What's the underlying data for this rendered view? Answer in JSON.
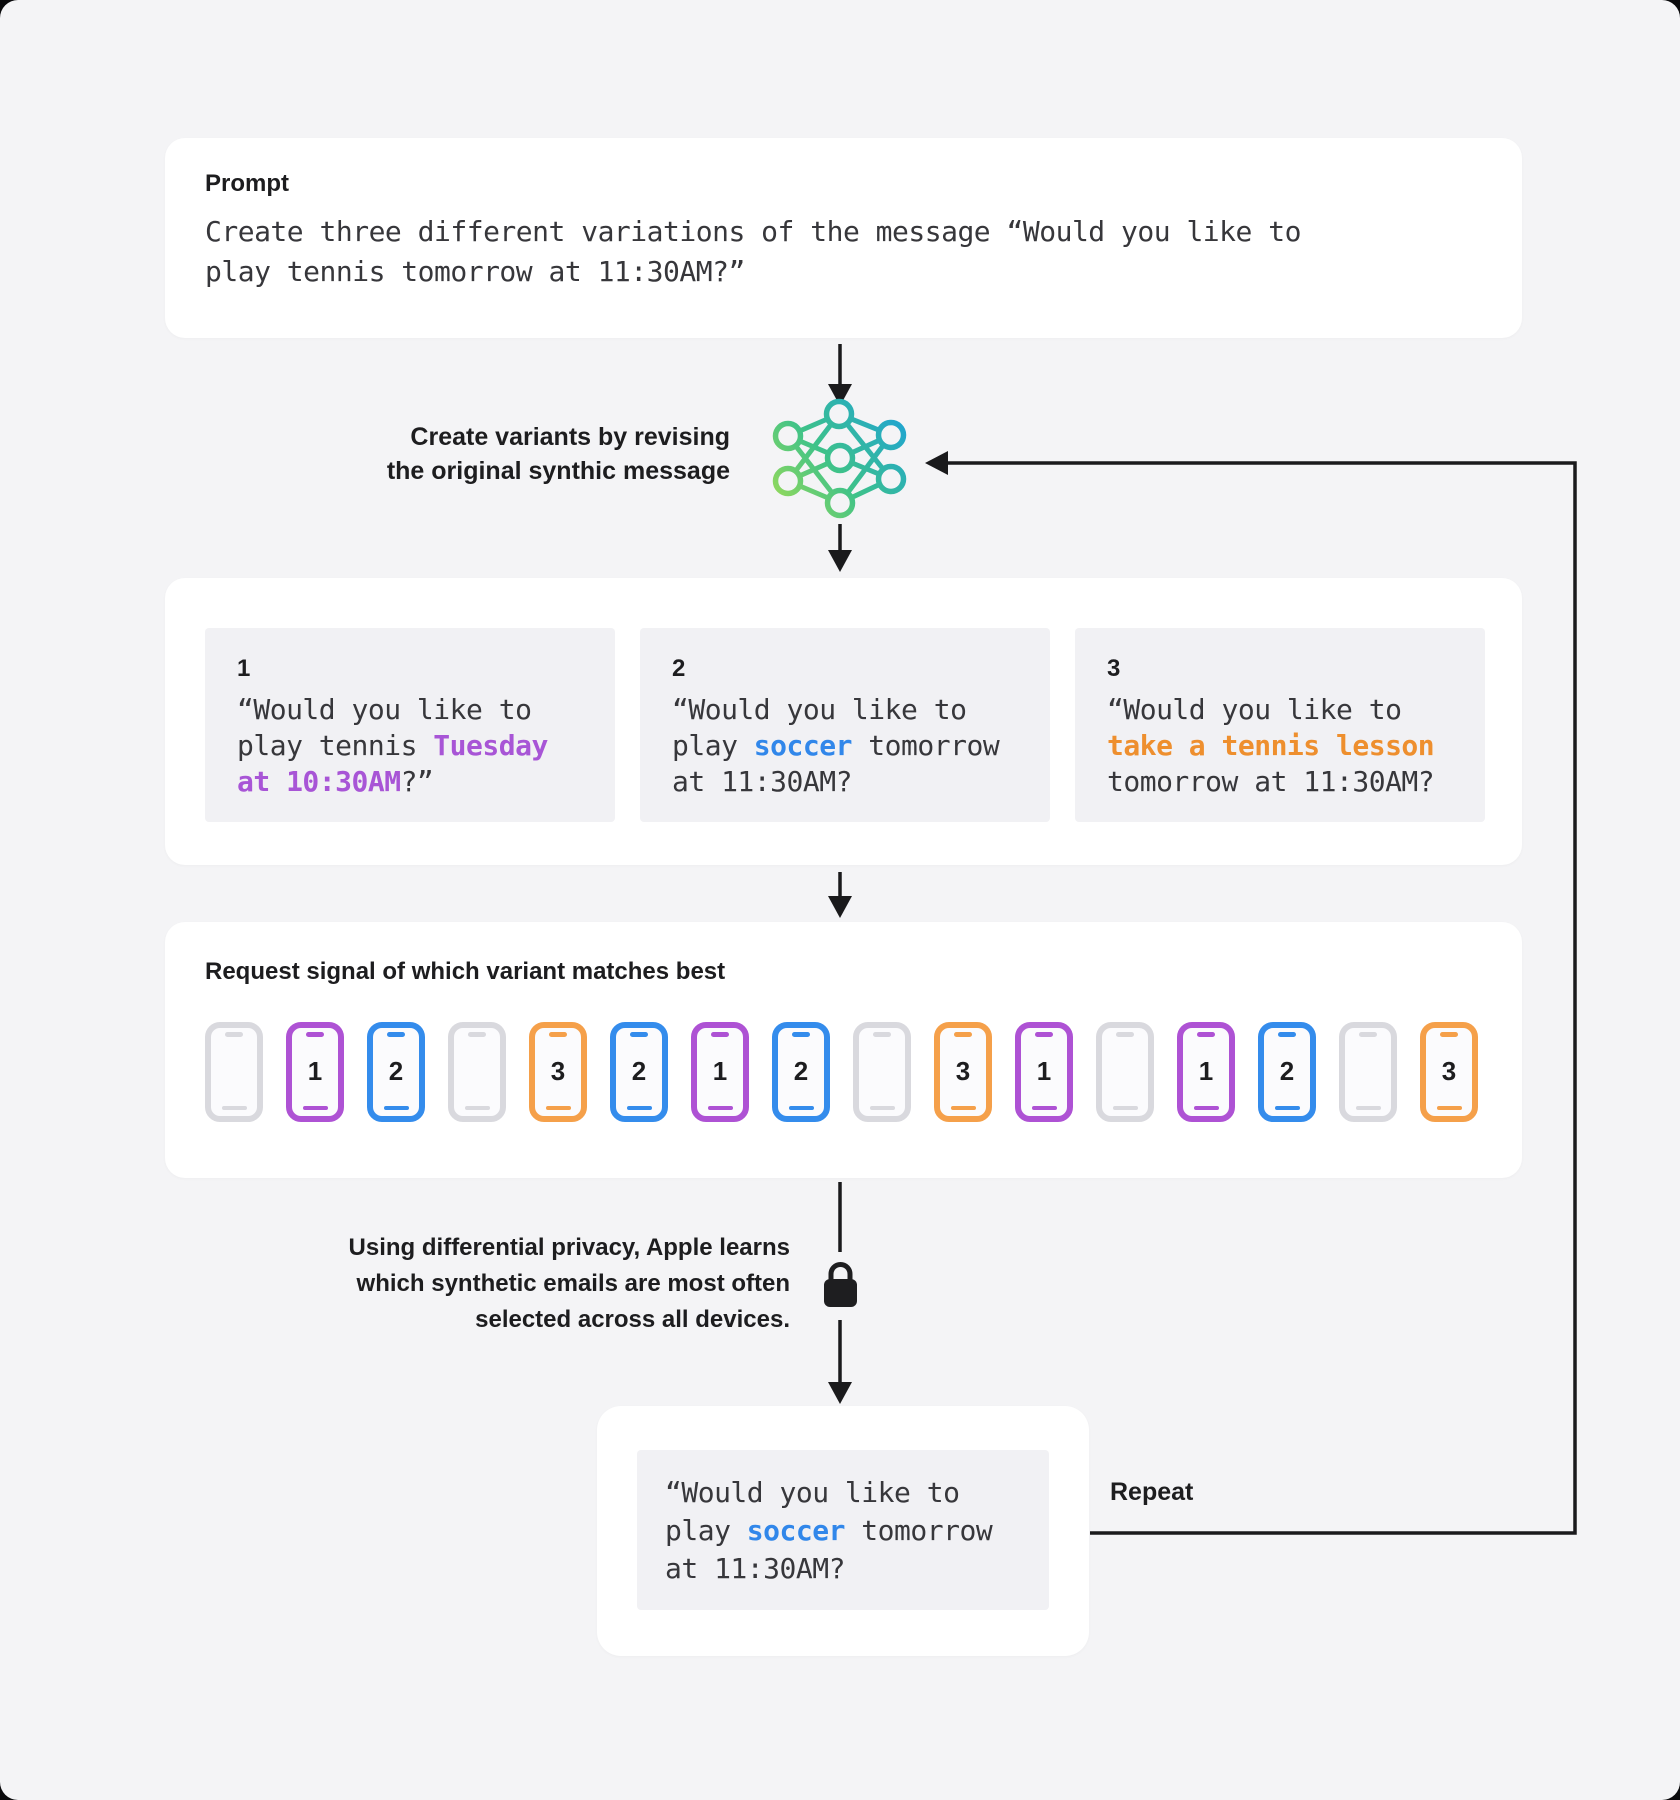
{
  "prompt_card": {
    "title": "Prompt",
    "text": "Create three different variations of the message “Would you like to\nplay tennis tomorrow at 11:30AM?”"
  },
  "revise_step": {
    "label": "Create variants by revising\nthe original synthic message",
    "icon": "neural-network-icon"
  },
  "variants_card": {
    "variants": [
      {
        "number": "1",
        "pre": "“Would you like to\nplay tennis ",
        "highlight": "Tuesday\nat 10:30AM",
        "post": "?”",
        "color": "purple"
      },
      {
        "number": "2",
        "pre": "“Would you like to\nplay ",
        "highlight": "soccer",
        "post": " tomorrow\nat 11:30AM?",
        "color": "blue"
      },
      {
        "number": "3",
        "pre": "“Would you like to\n",
        "highlight": "take a tennis lesson",
        "post": "\ntomorrow at 11:30AM?",
        "color": "orange"
      }
    ]
  },
  "signal_card": {
    "title": "Request signal of which variant matches best",
    "phones": [
      {
        "variant": "",
        "color": "gray"
      },
      {
        "variant": "1",
        "color": "purple"
      },
      {
        "variant": "2",
        "color": "blue"
      },
      {
        "variant": "",
        "color": "gray"
      },
      {
        "variant": "3",
        "color": "orange"
      },
      {
        "variant": "2",
        "color": "blue"
      },
      {
        "variant": "1",
        "color": "purple"
      },
      {
        "variant": "2",
        "color": "blue"
      },
      {
        "variant": "",
        "color": "gray"
      },
      {
        "variant": "3",
        "color": "orange"
      },
      {
        "variant": "1",
        "color": "purple"
      },
      {
        "variant": "",
        "color": "gray"
      },
      {
        "variant": "1",
        "color": "purple"
      },
      {
        "variant": "2",
        "color": "blue"
      },
      {
        "variant": "",
        "color": "gray"
      },
      {
        "variant": "3",
        "color": "orange"
      }
    ]
  },
  "privacy_step": {
    "label": "Using differential privacy, Apple learns\nwhich synthetic emails are most often\nselected across all devices.",
    "icon": "lock-icon"
  },
  "result_card": {
    "pre": "“Would you like to\nplay ",
    "highlight": "soccer",
    "post": " tomorrow\nat 11:30AM?",
    "color": "blue"
  },
  "repeat_label": "Repeat",
  "accent_colors": {
    "purple": "#A855D6",
    "blue": "#3187EA",
    "orange": "#EE8F2E",
    "arrow": "#1A1A1C"
  }
}
